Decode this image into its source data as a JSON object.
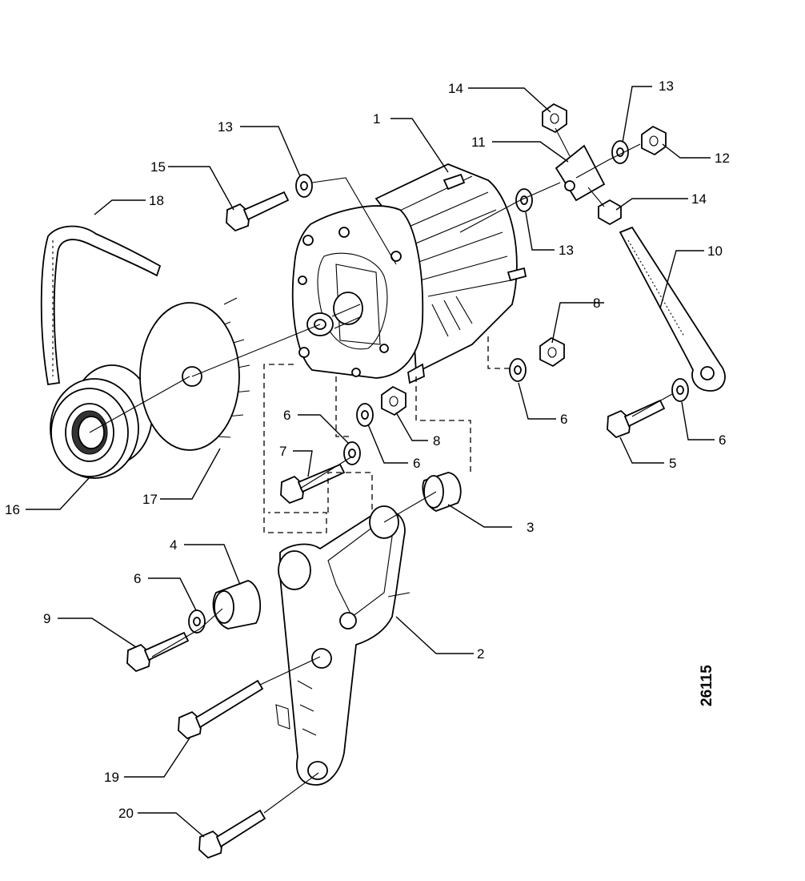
{
  "diagram": {
    "drawing_number": "26115",
    "callouts": {
      "alternator": "1",
      "bracket": "2",
      "bush_right": "3",
      "bush_left": "4",
      "bolt_adjuster_pivot": "5",
      "washer_6": "6",
      "bolt_7": "7",
      "nut_8": "8",
      "bolt_9": "9",
      "adjuster_rod": "10",
      "trunnion_block": "11",
      "nut_12": "12",
      "washer_13": "13",
      "nut_14": "14",
      "bolt_15": "15",
      "pulley": "16",
      "fan": "17",
      "drive_belt": "18",
      "bolt_19": "19",
      "bolt_20": "20"
    }
  }
}
